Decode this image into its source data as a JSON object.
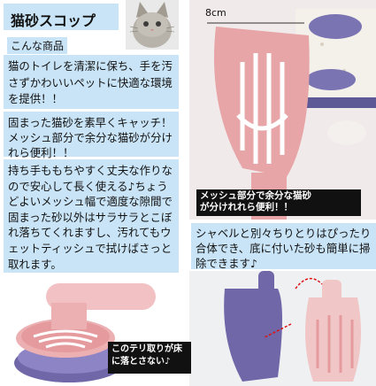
{
  "title": "猫砂スコップ",
  "subtitle": "こんな商品",
  "paragraphs": {
    "p1": "猫のトイレを清潔に保ち、手を汚さずかわいいペットに快適な環境を提供！！",
    "p2": "固まった猫砂を素早くキャッチ！メッシュ部分で余分な猫砂が分けれら便利！！",
    "p3": "持ち手ももちやすく丈夫な作りなので安心して長く使える♪ちょうどよいメッシュ幅で適度な隙間で固まった砂以外はサラサラとこぼれ落ちてくれますし、汚れてもウェットティッシュで拭けばさっと取れます。"
  },
  "dimension_label": "8cm",
  "caption_top": [
    "メッシュ部分で余分な猫砂",
    "が分けれれら便利！！"
  ],
  "info_text": "シャベルと別々ちりとりはぴったり合体でき、底に付いた砂も簡単に掃除できます♪",
  "caption_bottom": [
    "このテリ取りが床",
    "に落とさない♪"
  ],
  "colors": {
    "accent_box": "#c9e4f6",
    "scoop_pink": "#e7a5a8",
    "scoop_purple": "#6f67a8",
    "caption_bg": "#111111"
  }
}
